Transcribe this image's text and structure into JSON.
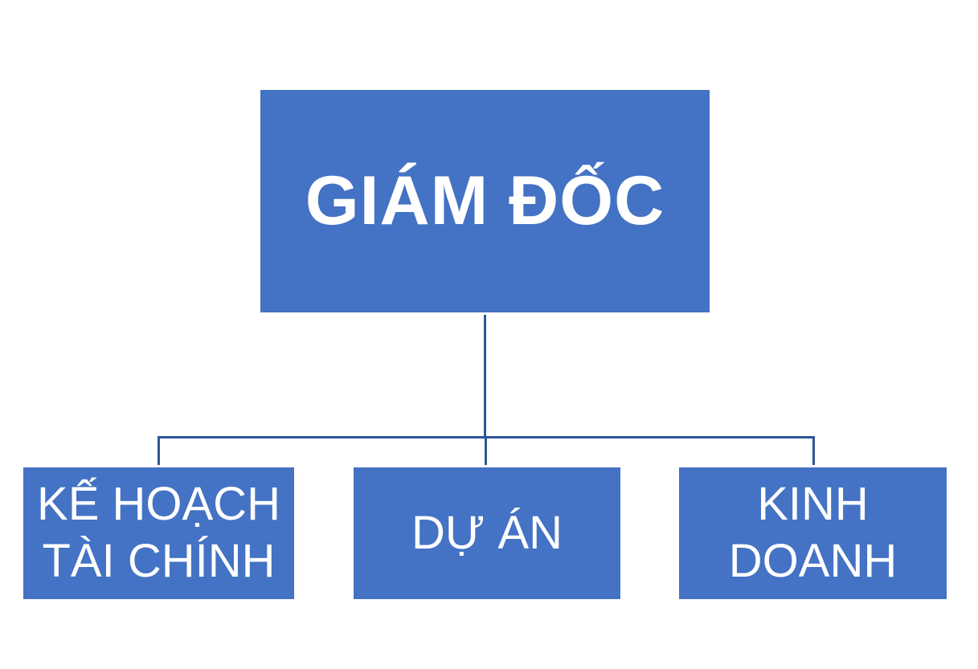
{
  "diagram": {
    "type": "org-chart",
    "colors": {
      "box": "#4472C4",
      "connector": "#2F5597",
      "text": "#FFFFFF"
    },
    "root": {
      "label": "GIÁM ĐỐC"
    },
    "children": [
      {
        "line1": "KẾ HOẠCH",
        "line2": "TÀI CHÍNH"
      },
      {
        "line1": "DỰ ÁN",
        "line2": ""
      },
      {
        "line1": "KINH",
        "line2": "DOANH"
      }
    ]
  }
}
